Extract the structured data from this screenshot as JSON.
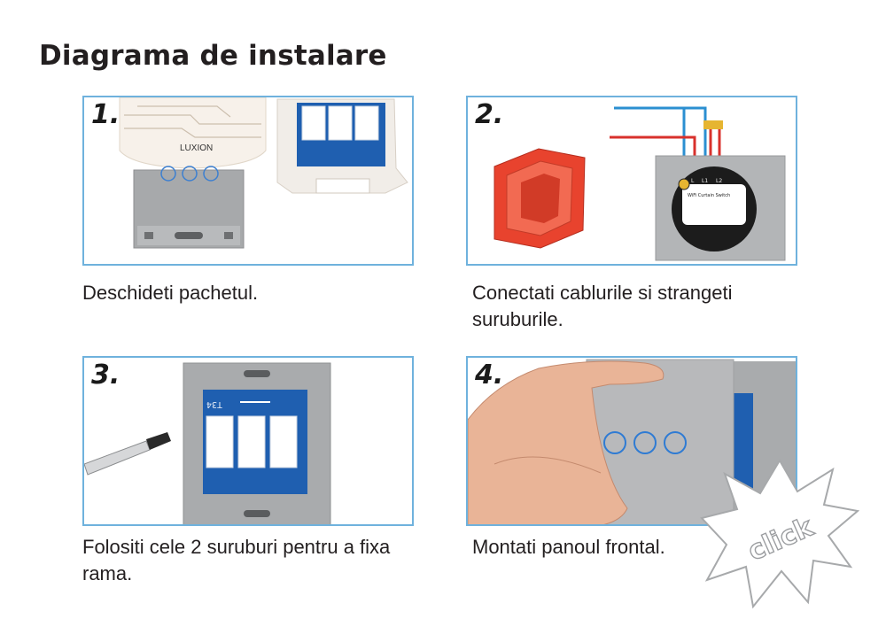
{
  "title": "Diagrama de instalare",
  "steps": [
    {
      "number": "1.",
      "caption": "Deschideti pachetul.",
      "brand": "LUXION"
    },
    {
      "number": "2.",
      "caption": "Conectati cablurile si strangeti suruburile.",
      "module_label": "WiFi Curtain Switch",
      "terminal_labels": [
        "L",
        "L1",
        "L2"
      ]
    },
    {
      "number": "3.",
      "caption": "Folositi cele 2 suruburi pentru a fixa rama.",
      "module_code": "T34"
    },
    {
      "number": "4.",
      "caption": "Montati panoul frontal.",
      "click_text": "click"
    }
  ],
  "colors": {
    "frame_border": "#6fb2dd",
    "title": "#231f20",
    "box_red": "#e8432e",
    "wire_blue": "#2b8fd1",
    "wire_red": "#d8312c",
    "module_blue": "#1f5fb0",
    "panel_grey": "#a9abad"
  },
  "icons": [
    "open-button-icon",
    "pause-button-icon",
    "close-button-icon",
    "screwdriver-icon",
    "hand-icon"
  ]
}
